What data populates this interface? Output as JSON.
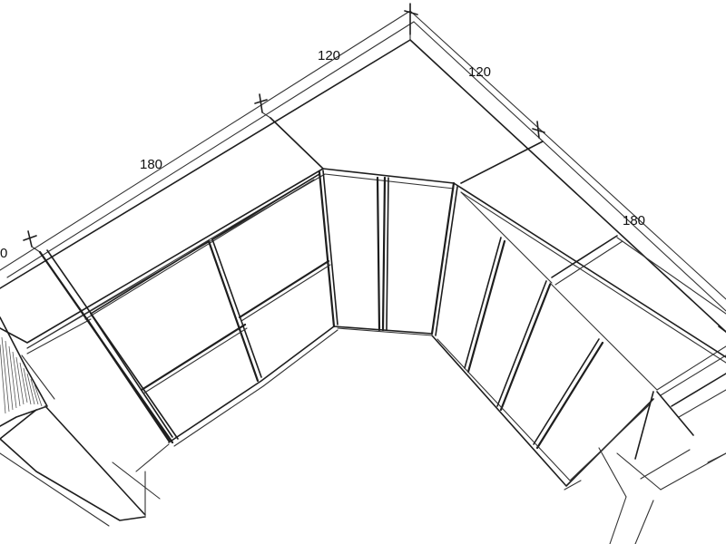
{
  "dimensions": {
    "left_partial": "0",
    "left_180": "180",
    "top_left_120": "120",
    "top_right_120": "120",
    "right_180": "180"
  }
}
